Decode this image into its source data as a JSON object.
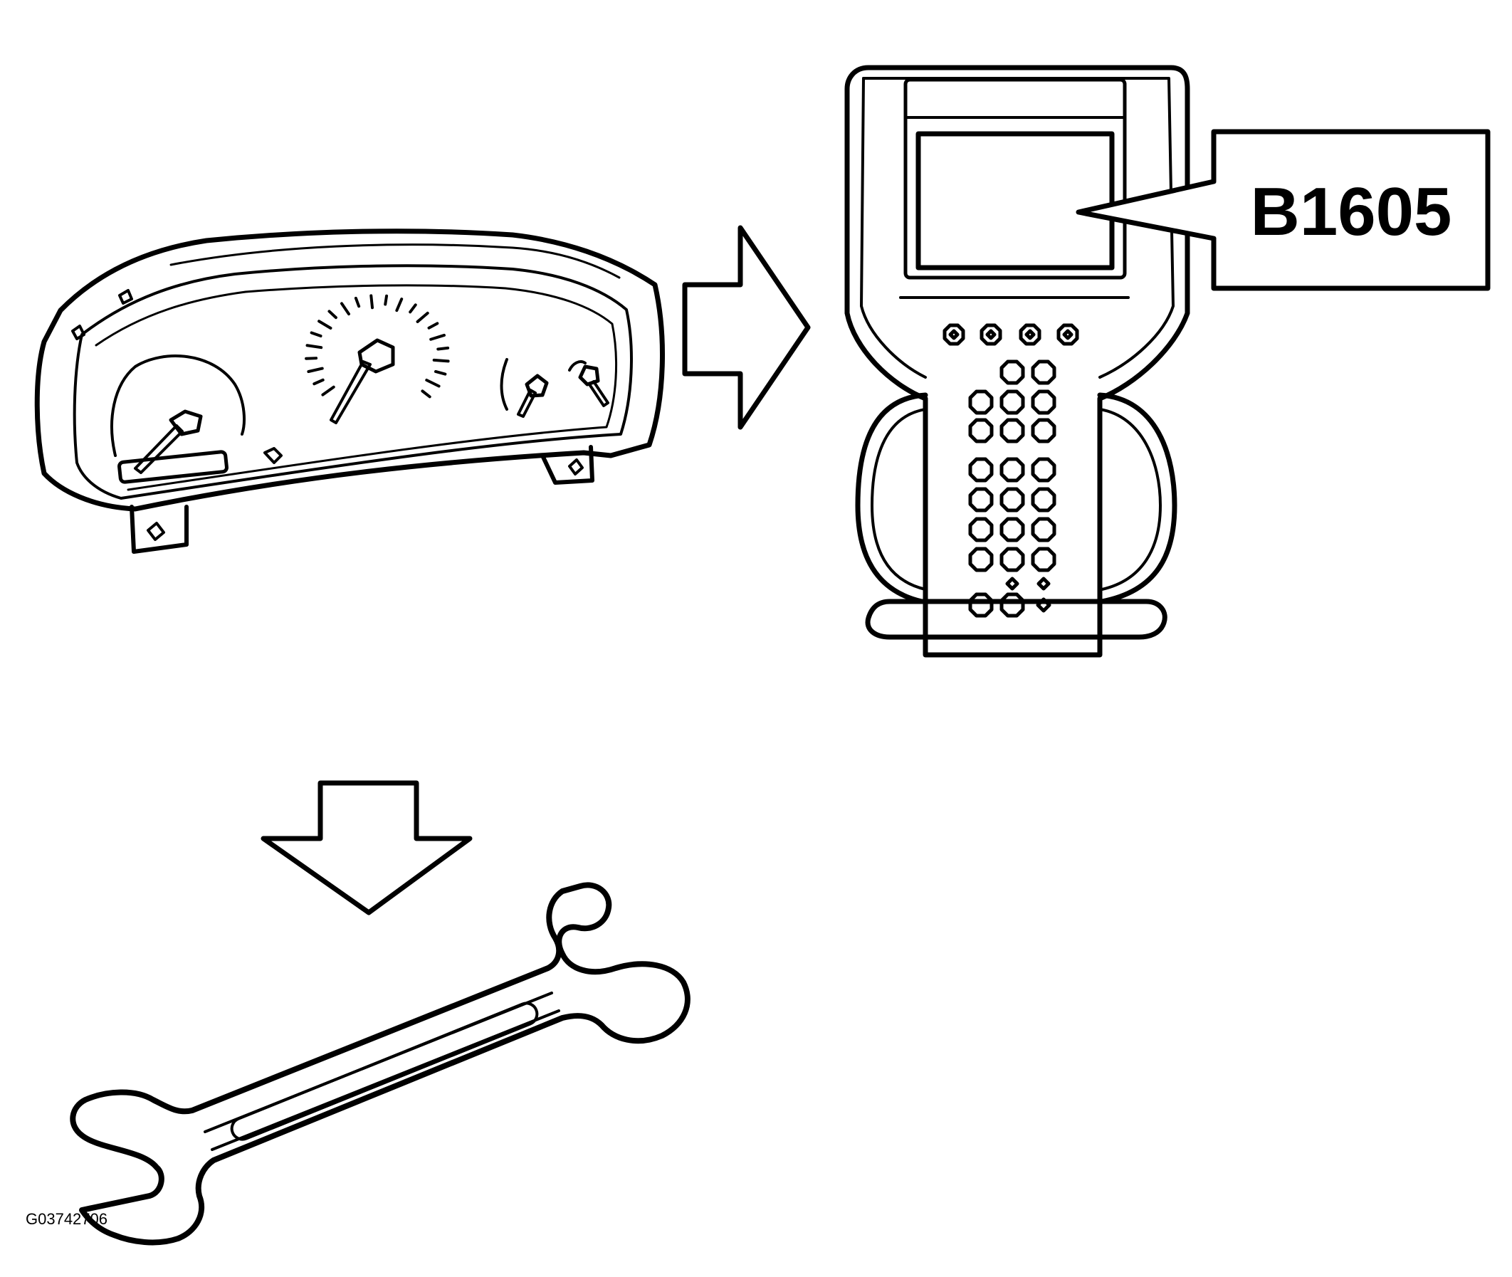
{
  "callout": {
    "code": "B1605"
  },
  "figure_id": "G03742706",
  "colors": {
    "line": "#000000",
    "background": "#ffffff"
  },
  "components": [
    {
      "name": "instrument-cluster"
    },
    {
      "name": "scan-tool"
    },
    {
      "name": "wrench-icon"
    }
  ]
}
